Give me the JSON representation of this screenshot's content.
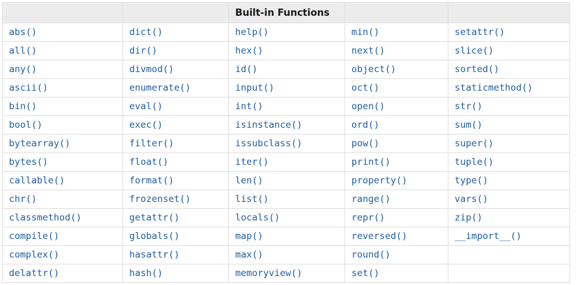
{
  "page": {
    "background_color": "#ffffff",
    "accent_color": "#1f5c9e",
    "header_background": "#ececec",
    "border_color": "#e0e0e0"
  },
  "table": {
    "title": "Built-in Functions",
    "title_column_index": 2,
    "column_count": 5,
    "header_cells": [
      "",
      "",
      "Built-in Functions",
      "",
      ""
    ],
    "rows": [
      [
        "abs()",
        "dict()",
        "help()",
        "min()",
        "setattr()"
      ],
      [
        "all()",
        "dir()",
        "hex()",
        "next()",
        "slice()"
      ],
      [
        "any()",
        "divmod()",
        "id()",
        "object()",
        "sorted()"
      ],
      [
        "ascii()",
        "enumerate()",
        "input()",
        "oct()",
        "staticmethod()"
      ],
      [
        "bin()",
        "eval()",
        "int()",
        "open()",
        "str()"
      ],
      [
        "bool()",
        "exec()",
        "isinstance()",
        "ord()",
        "sum()"
      ],
      [
        "bytearray()",
        "filter()",
        "issubclass()",
        "pow()",
        "super()"
      ],
      [
        "bytes()",
        "float()",
        "iter()",
        "print()",
        "tuple()"
      ],
      [
        "callable()",
        "format()",
        "len()",
        "property()",
        "type()"
      ],
      [
        "chr()",
        "frozenset()",
        "list()",
        "range()",
        "vars()"
      ],
      [
        "classmethod()",
        "getattr()",
        "locals()",
        "repr()",
        "zip()"
      ],
      [
        "compile()",
        "globals()",
        "map()",
        "reversed()",
        "__import__()"
      ],
      [
        "complex()",
        "hasattr()",
        "max()",
        "round()",
        ""
      ],
      [
        "delattr()",
        "hash()",
        "memoryview()",
        "set()",
        ""
      ]
    ]
  }
}
